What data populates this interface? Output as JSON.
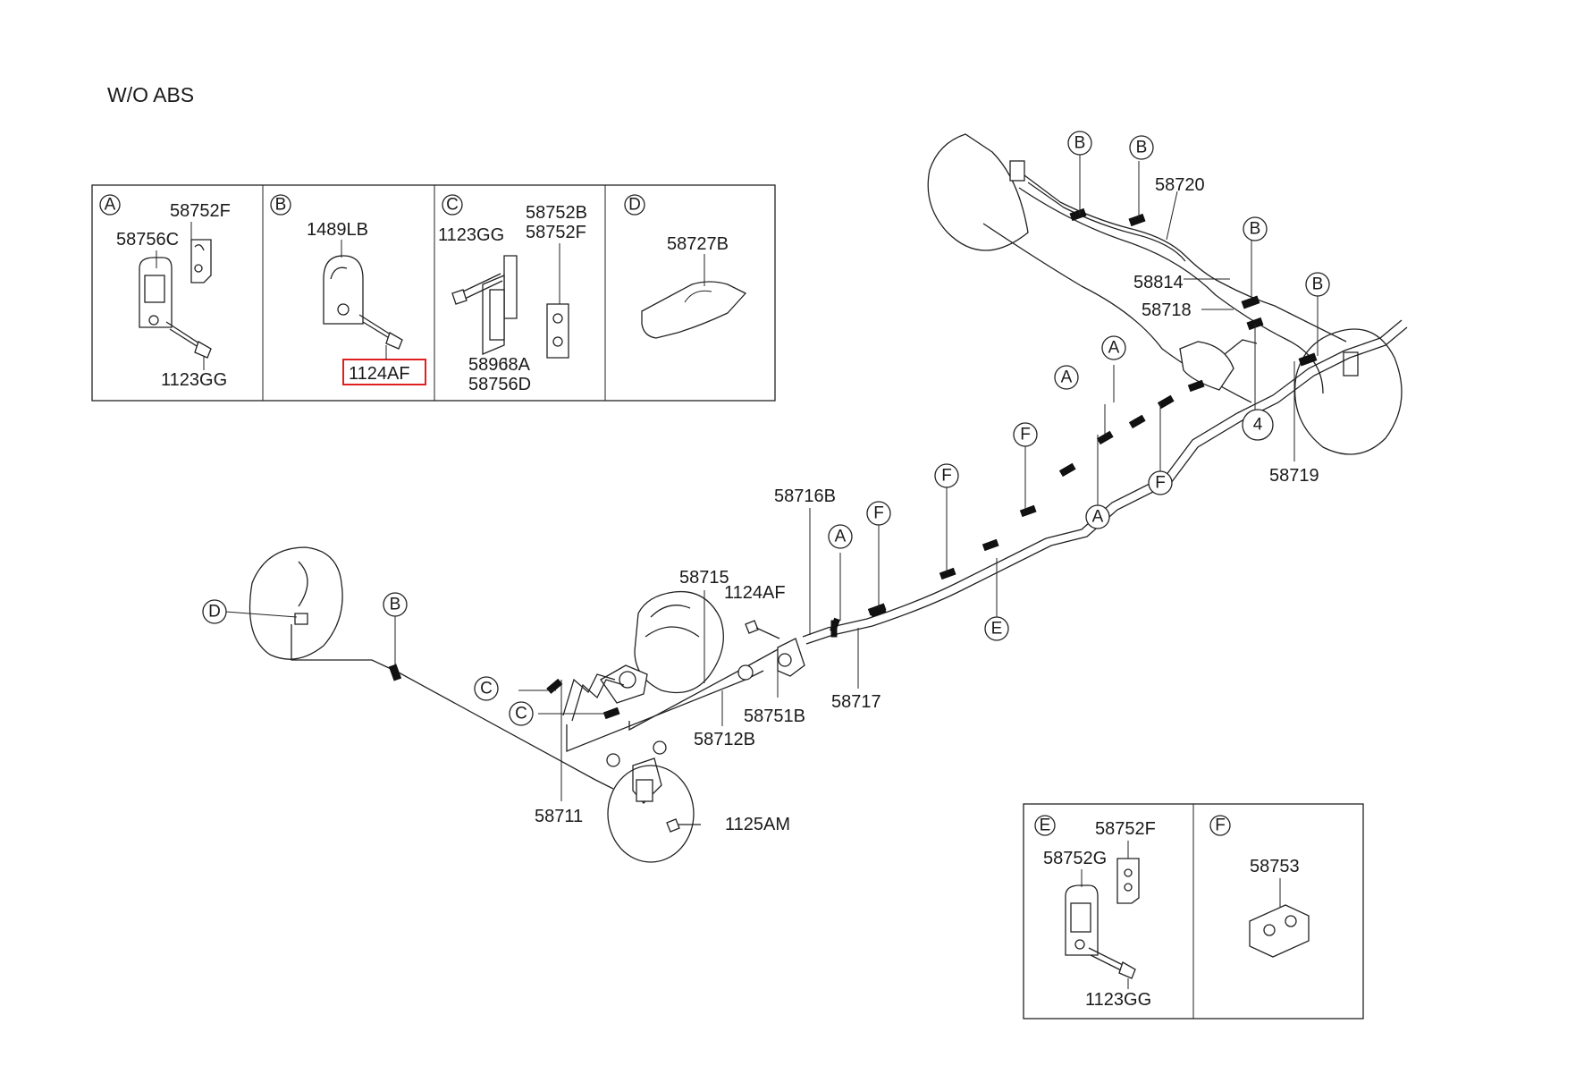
{
  "title": "W/O  ABS",
  "highlighted_part": "1124AF",
  "callouts": {
    "A": "A",
    "B": "B",
    "C": "C",
    "D": "D",
    "E": "E",
    "F": "F",
    "n4": "4"
  },
  "detail_boxes": {
    "A": {
      "letter": "A",
      "parts": [
        "58752F",
        "58756C",
        "1123GG"
      ]
    },
    "B": {
      "letter": "B",
      "parts": [
        "1489LB",
        "1124AF"
      ]
    },
    "C": {
      "letter": "C",
      "parts": [
        "1123GG",
        "58752B",
        "58752F",
        "58968A",
        "58756D"
      ]
    },
    "D": {
      "letter": "D",
      "parts": [
        "58727B"
      ]
    },
    "E": {
      "letter": "E",
      "parts": [
        "58752F",
        "58752G",
        "1123GG"
      ]
    },
    "F": {
      "letter": "F",
      "parts": [
        "58753"
      ]
    }
  },
  "main_labels": {
    "p58720": "58720",
    "p58814": "58814",
    "p58718": "58718",
    "p58719": "58719",
    "p58716B": "58716B",
    "p58715": "58715",
    "p1124AF": "1124AF",
    "p58751B": "58751B",
    "p58717": "58717",
    "p58712B": "58712B",
    "p58711": "58711",
    "p1125AM": "1125AM"
  }
}
